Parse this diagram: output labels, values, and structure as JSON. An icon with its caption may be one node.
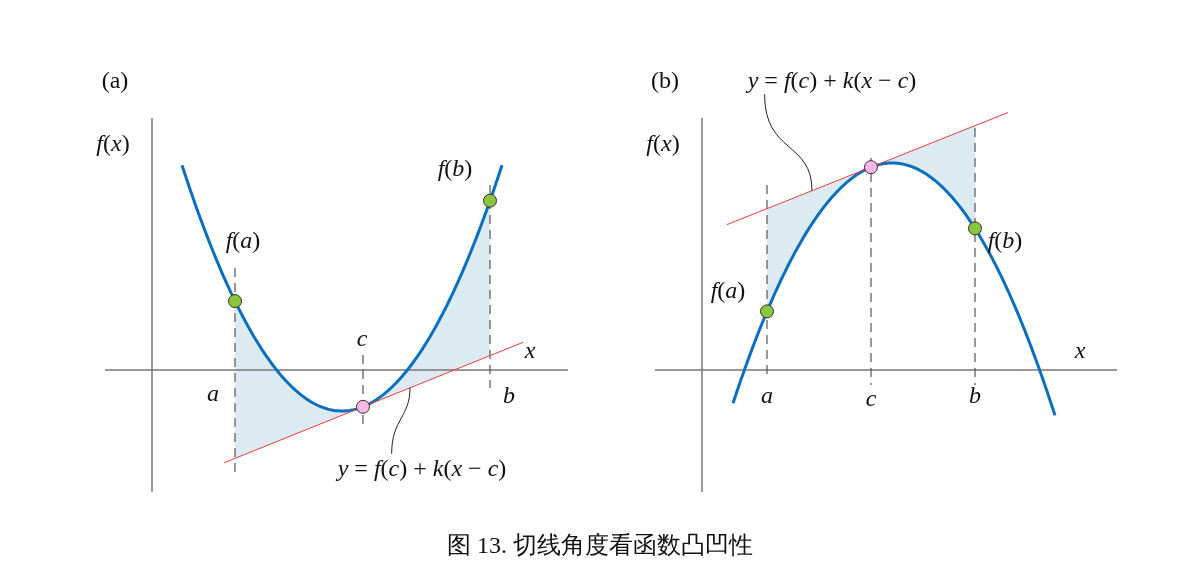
{
  "diagram": {
    "caption": "图 13. 切线角度看函数凸凹性",
    "nodes": [
      {
        "text": [
          "*y* = *f*(*c*) + *k*(*x* − *c*)"
        ]
      },
      {
        "text": [],
        "shape": "line"
      },
      {
        "text": [
          "*y* = *f*(*c*) + *k*(*x* − *c*)"
        ]
      },
      {
        "text": [],
        "shape": "line"
      }
    ],
    "edges": [
      {
        "from": 0,
        "to": 1,
        "arrow": "none"
      },
      {
        "from": 2,
        "to": 3,
        "arrow": "none"
      }
    ],
    "labels": [
      "(a)",
      "*f*(*x*)",
      "*f*(*b*)",
      "*f*(*a*)",
      "c",
      "x",
      "a",
      "b",
      "(b)",
      "*f*(*x*)",
      "*f*(*a*)",
      "*f*(*b*)",
      "x",
      "a",
      "c",
      "b"
    ]
  }
}
